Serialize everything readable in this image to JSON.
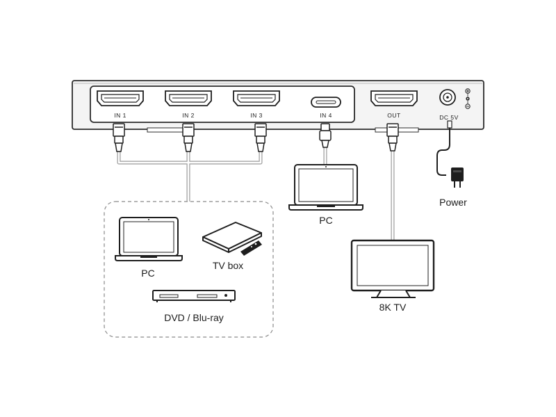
{
  "diagram": {
    "ports": {
      "in1": "IN 1",
      "in2": "IN 2",
      "in3": "IN 3",
      "in4": "IN 4",
      "out": "OUT",
      "dc": "DC 5V"
    },
    "devices": {
      "power": "Power",
      "pc_usbc": "PC",
      "tv": "8K TV",
      "source_pc": "PC",
      "tv_box": "TV box",
      "dvd": "DVD / Blu-ray"
    }
  }
}
